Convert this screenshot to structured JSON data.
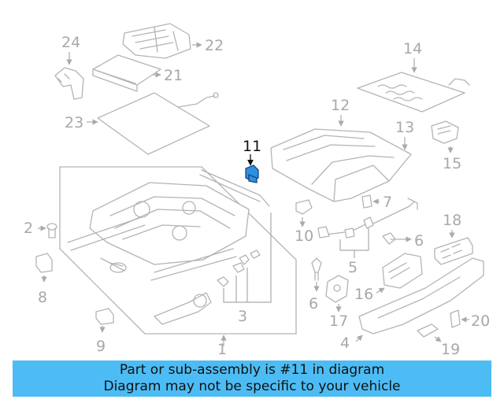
{
  "diagram": {
    "highlight_color": "#2f8fe0",
    "line_color": "#b4b4b4",
    "highlighted_part": "11",
    "callouts": [
      "1",
      "2",
      "3",
      "4",
      "5",
      "6",
      "6",
      "7",
      "8",
      "9",
      "10",
      "11",
      "12",
      "13",
      "14",
      "15",
      "16",
      "17",
      "18",
      "19",
      "20",
      "21",
      "22",
      "23",
      "24"
    ]
  },
  "banner": {
    "background": "#4dbcf4",
    "line1": "Part or sub-assembly is #11 in diagram",
    "line2": "Diagram may not be specific to your vehicle"
  }
}
